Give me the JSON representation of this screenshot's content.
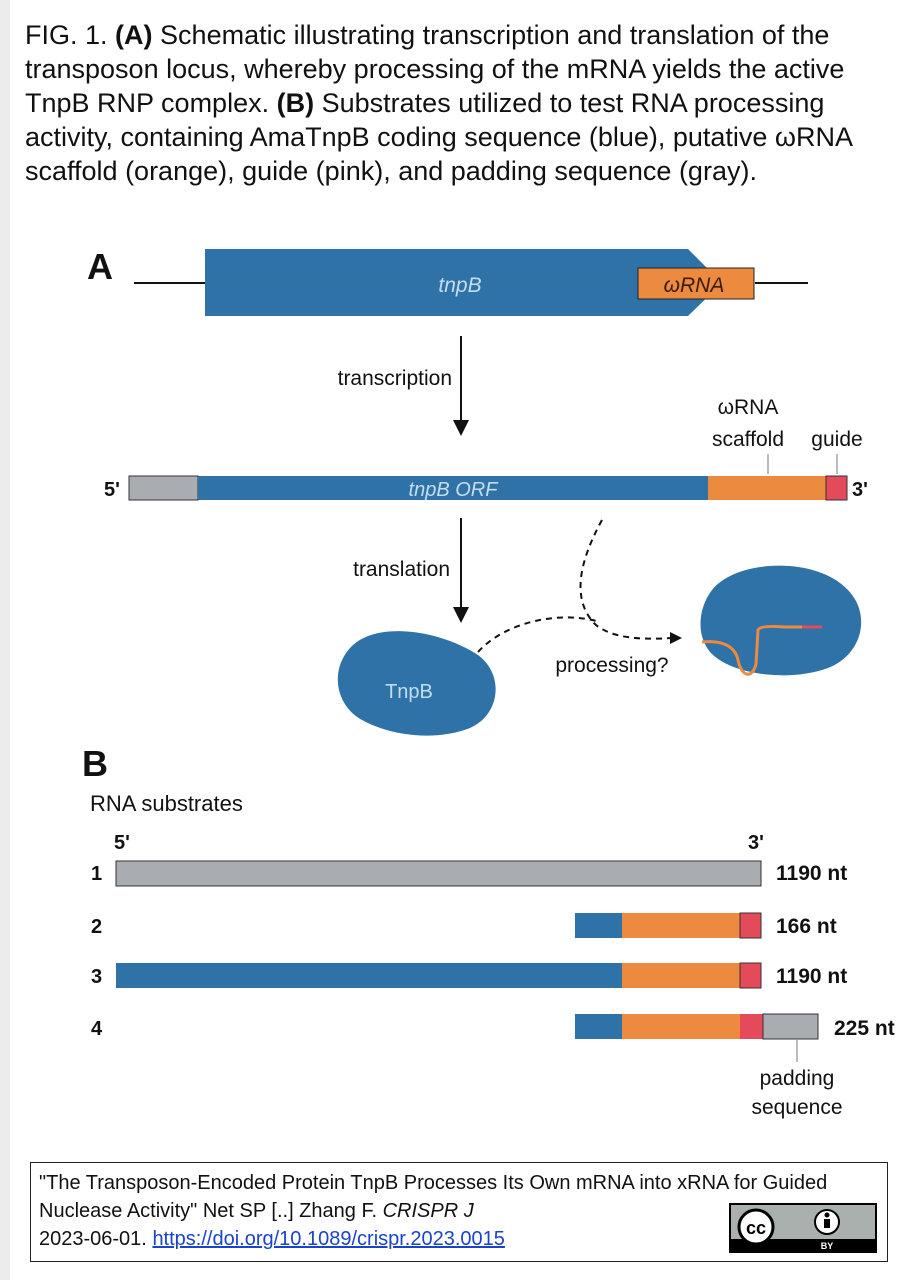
{
  "caption": {
    "fig_label": "FIG. 1.",
    "a_label": "(A)",
    "a_text": "Schematic illustrating transcription and translation of the transposon locus, whereby processing of the mRNA yields the active TnpB RNP complex.",
    "b_label": "(B)",
    "b_text": "Substrates utilized to test RNA processing activity, containing AmaTnpB coding sequence (blue), putative ωRNA scaffold (orange), guide (pink), and padding sequence (gray)."
  },
  "panel_a": {
    "label": "A",
    "gene_label": "tnpB",
    "orna_box_label": "ωRNA",
    "transcription_label": "transcription",
    "orna_line1": "ωRNA",
    "scaffold_label": "scaffold",
    "guide_label": "guide",
    "five_prime": "5'",
    "three_prime": "3'",
    "orf_label": "tnpB ORF",
    "translation_label": "translation",
    "protein_label": "TnpB",
    "processing_label": "processing?"
  },
  "panel_b": {
    "label": "B",
    "heading": "RNA substrates",
    "five_prime": "5'",
    "three_prime": "3'",
    "padding_line1": "padding",
    "padding_line2": "sequence",
    "substrates": [
      {
        "id": "1",
        "length": "1190 nt"
      },
      {
        "id": "2",
        "length": "166 nt"
      },
      {
        "id": "3",
        "length": "1190 nt"
      },
      {
        "id": "4",
        "length": "225 nt"
      }
    ]
  },
  "colors": {
    "coding_blue": "#2f72a8",
    "scaffold_orange": "#ec8a3f",
    "guide_pink": "#e54a5b",
    "padding_gray": "#a9adb1"
  },
  "citation": {
    "title": "\"The Transposon-Encoded Protein TnpB Processes Its Own mRNA into xRNA for Guided Nuclease Activity\"",
    "authors": "Net SP [..] Zhang F.",
    "journal": "CRISPR J",
    "date": "2023-06-01.",
    "doi_url": "https://doi.org/10.1089/crispr.2023.0015",
    "license_icons": [
      "cc-icon",
      "by-icon"
    ],
    "license_badge_text": "BY"
  }
}
